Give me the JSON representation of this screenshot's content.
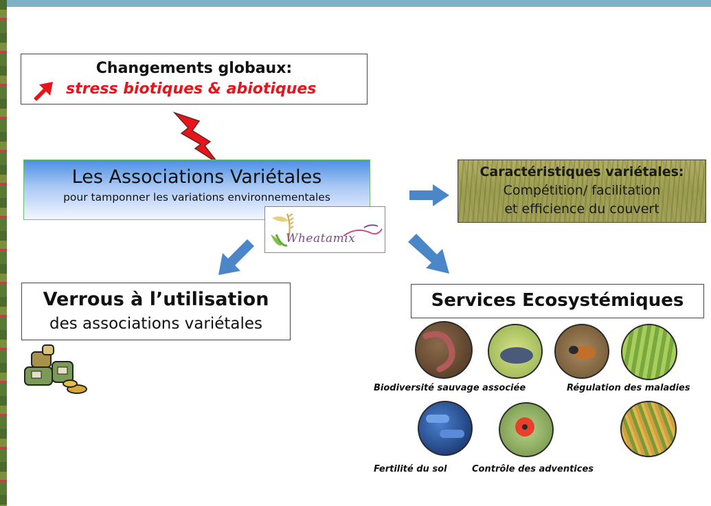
{
  "global": {
    "title": "Changements globaux:",
    "subtitle": "stress biotiques & abiotiques"
  },
  "associations": {
    "title": "Les Associations Variétales",
    "subtitle": "pour tamponner les variations environnementales"
  },
  "logo": {
    "text": "Wheatamix"
  },
  "characteristics": {
    "title": "Caractéristiques variétales:",
    "line1": "Compétition/ facilitation",
    "line2": "et efficience du couvert"
  },
  "barriers": {
    "title": "Verrous à l’utilisation",
    "subtitle": "des associations variétales"
  },
  "services": {
    "title": "Services Ecosystémiques",
    "captions": {
      "biodiversity": "Biodiversité sauvage associée",
      "disease": "Régulation des maladies",
      "soil": "Fertilité du sol",
      "weeds": "Contrôle des adventices"
    }
  },
  "colors": {
    "accent_red": "#e8141a",
    "arrow_blue": "#4a86c8",
    "box_green_border": "#6fbf6f"
  },
  "icons": [
    "up-right-arrow-icon",
    "lightning-icon",
    "blue-arrow-icon",
    "money-bags-icon",
    "wheat-icon"
  ]
}
